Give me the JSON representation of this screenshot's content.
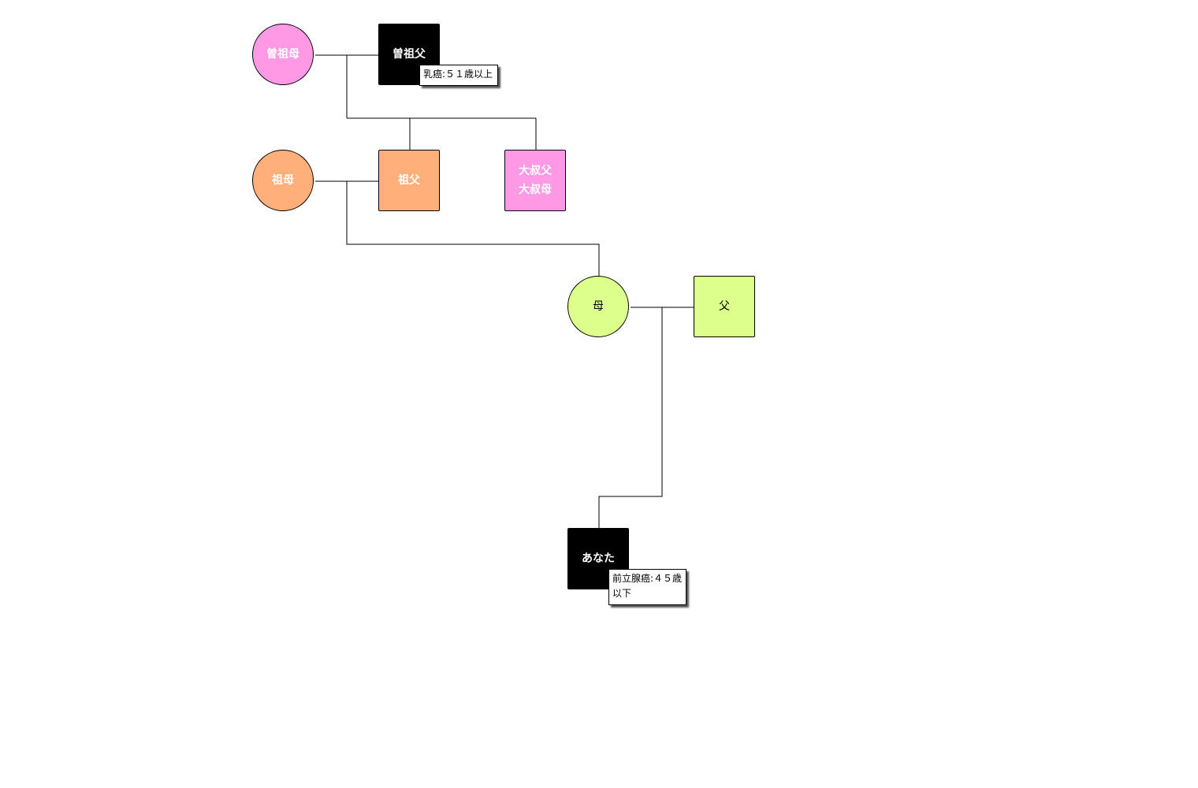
{
  "colors": {
    "great_grandparent_fill": "#ff99e6",
    "grandparent_fill": "#ffb07a",
    "parent_fill": "#ddff8c",
    "affected_fill": "#000000",
    "line": "#000000"
  },
  "people": {
    "great_grandmother": {
      "label": "曽祖母",
      "sex": "female"
    },
    "great_grandfather": {
      "label": "曽祖父",
      "sex": "male",
      "affected": true
    },
    "grandmother": {
      "label": "祖母",
      "sex": "female"
    },
    "grandfather": {
      "label": "祖父",
      "sex": "male"
    },
    "great_uncle_aunt": {
      "label_line1": "大叔父",
      "label_line2": "大叔母",
      "sex": "male"
    },
    "mother": {
      "label": "母",
      "sex": "female"
    },
    "father": {
      "label": "父",
      "sex": "male"
    },
    "you": {
      "label": "あなた",
      "sex": "male",
      "affected": true
    }
  },
  "notes": {
    "great_grandfather": "乳癌:５１歳以上",
    "you": "前立腺癌:４５歳以下"
  }
}
